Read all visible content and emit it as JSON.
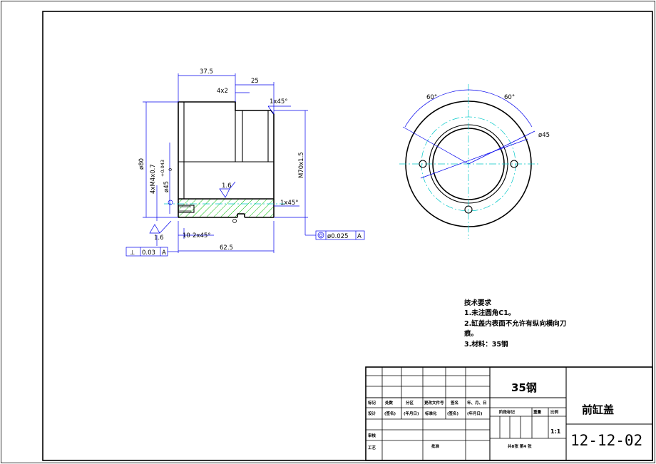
{
  "section_view": {
    "dim_top_length": "37.5",
    "dim_right_length": "25",
    "dim_groove": "4x2",
    "dim_chamfer_top": "1x45°",
    "dim_chamfer_right": "1x45°",
    "dim_outer_diameter": "ø80",
    "dim_thread_holes": "4xM4x0.7",
    "dim_bore": "ø45",
    "dim_bore_tol_upper": "+0.043",
    "dim_bore_tol_lower": "0",
    "dim_thread_right": "M70x1.5",
    "dim_depth": "10",
    "dim_chamfer_bottom": "2x45°",
    "dim_total_length": "62.5",
    "roughness_inner": "1.6",
    "roughness_left": "1.6",
    "perp_symbol": "⊥",
    "perp_value": "0.03",
    "perp_datum": "A",
    "conc_value": "ø0.025",
    "conc_datum": "A"
  },
  "front_view": {
    "angle_left": "60°",
    "angle_right": "60°",
    "pcd_label": "ø45"
  },
  "notes": {
    "title": "技术要求",
    "line1": "1.未注圆角C1。",
    "line2a": "2.缸盖内表面不允许有纵向横向刀",
    "line2b": "痕。",
    "line3": "3.材料：35钢"
  },
  "title_block": {
    "material": "35钢",
    "part_name": "前缸盖",
    "drawing_number": "12-12-02",
    "scale": "1:1",
    "headers": [
      "标记",
      "处数",
      "分区",
      "更改文件号",
      "签名",
      "年、月、日"
    ],
    "design_label": "设计",
    "design_sign": "(签名)",
    "design_date": "(年月日)",
    "standard_label": "标准化",
    "standard_sign": "(签名)",
    "standard_date": "(年月日)",
    "stage_label": "阶段标记",
    "weight_label": "重量",
    "scale_label": "比例",
    "review_label": "审核",
    "process_label": "工艺",
    "approve_label": "批准",
    "sheets": "共8张 第4 张"
  }
}
